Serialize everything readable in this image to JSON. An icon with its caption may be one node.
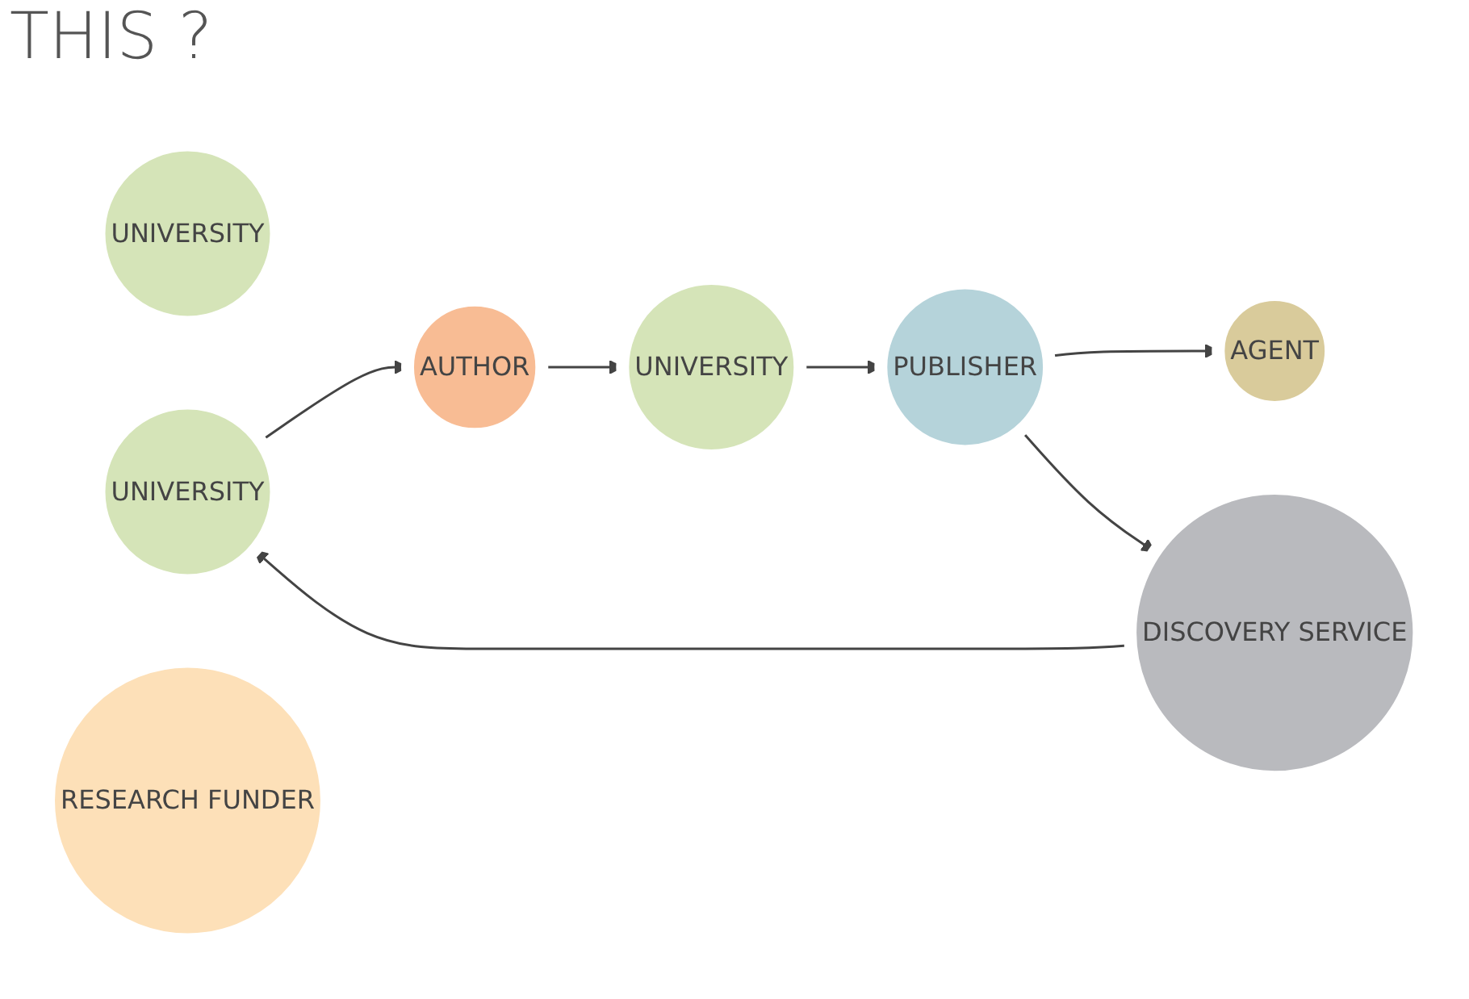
{
  "diagram": {
    "title": "THIS ?",
    "nodes": [
      {
        "text": [
          "UNIVERSITY"
        ]
      },
      {
        "text": [
          "UNIVERSITY"
        ]
      },
      {
        "text": [
          "AUTHOR"
        ]
      },
      {
        "text": [
          "UNIVERSITY"
        ]
      },
      {
        "text": [
          "RESEARCH FUNDER"
        ]
      },
      {
        "text": [
          "AGENT"
        ]
      },
      {
        "text": [
          "PUBLISHER"
        ]
      },
      {
        "text": [
          "DISCOVERY SERVICE"
        ]
      }
    ],
    "edges": [
      {
        "from": 1,
        "to": 2,
        "arrow": "to"
      },
      {
        "from": 2,
        "to": 3,
        "arrow": "to"
      },
      {
        "from": 3,
        "to": 6,
        "arrow": "to"
      },
      {
        "from": 6,
        "to": 5,
        "arrow": "to"
      },
      {
        "from": 6,
        "to": 7,
        "arrow": "to"
      },
      {
        "from": 7,
        "to": 1,
        "arrow": "to"
      }
    ]
  }
}
